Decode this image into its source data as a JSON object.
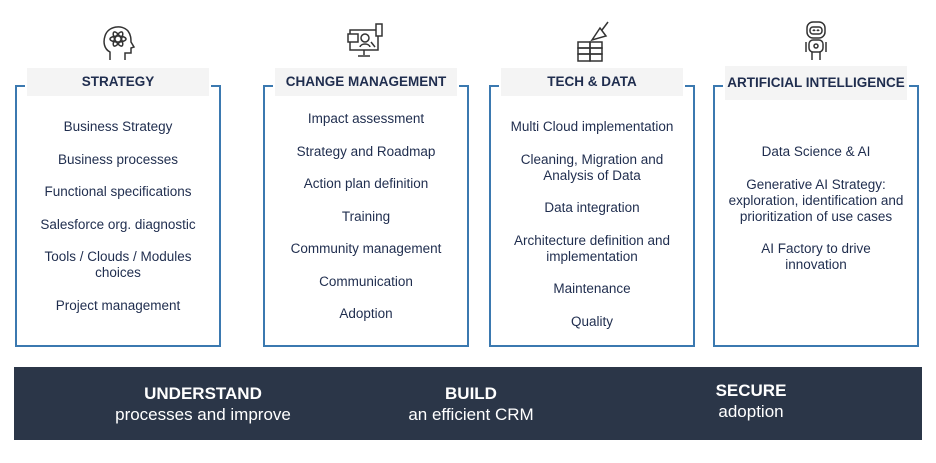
{
  "columns": [
    {
      "title": "STRATEGY",
      "icon": "brain-atom-icon",
      "items": [
        "Business Strategy",
        "Business processes",
        "Functional specifications",
        "Salesforce org. diagnostic",
        "Tools / Clouds / Modules choices",
        "Project management"
      ]
    },
    {
      "title": "CHANGE MANAGEMENT",
      "icon": "monitor-user-icon",
      "items": [
        "Impact assessment",
        "Strategy and Roadmap",
        "Action plan definition",
        "Training",
        "Community management",
        "Communication",
        "Adoption"
      ]
    },
    {
      "title": "TECH & DATA",
      "icon": "brick-wall-trowel-icon",
      "items": [
        "Multi Cloud implementation",
        "Cleaning, Migration and Analysis of Data",
        "Data integration",
        "Architecture definition and implementation",
        "Maintenance",
        "Quality"
      ]
    },
    {
      "title": "ARTIFICIAL INTELLIGENCE",
      "icon": "robot-icon",
      "items": [
        "Data Science & AI",
        "Generative AI Strategy: exploration, identification and prioritization of use cases",
        "AI Factory to drive innovation"
      ]
    }
  ],
  "band": [
    {
      "heading": "UNDERSTAND",
      "sub": "processes and improve"
    },
    {
      "heading": "BUILD",
      "sub": "an efficient CRM"
    },
    {
      "heading": "SECURE",
      "sub": "adoption"
    }
  ],
  "colors": {
    "border": "#3b79b0",
    "band": "#2b3648",
    "text": "#1f2d4e"
  }
}
